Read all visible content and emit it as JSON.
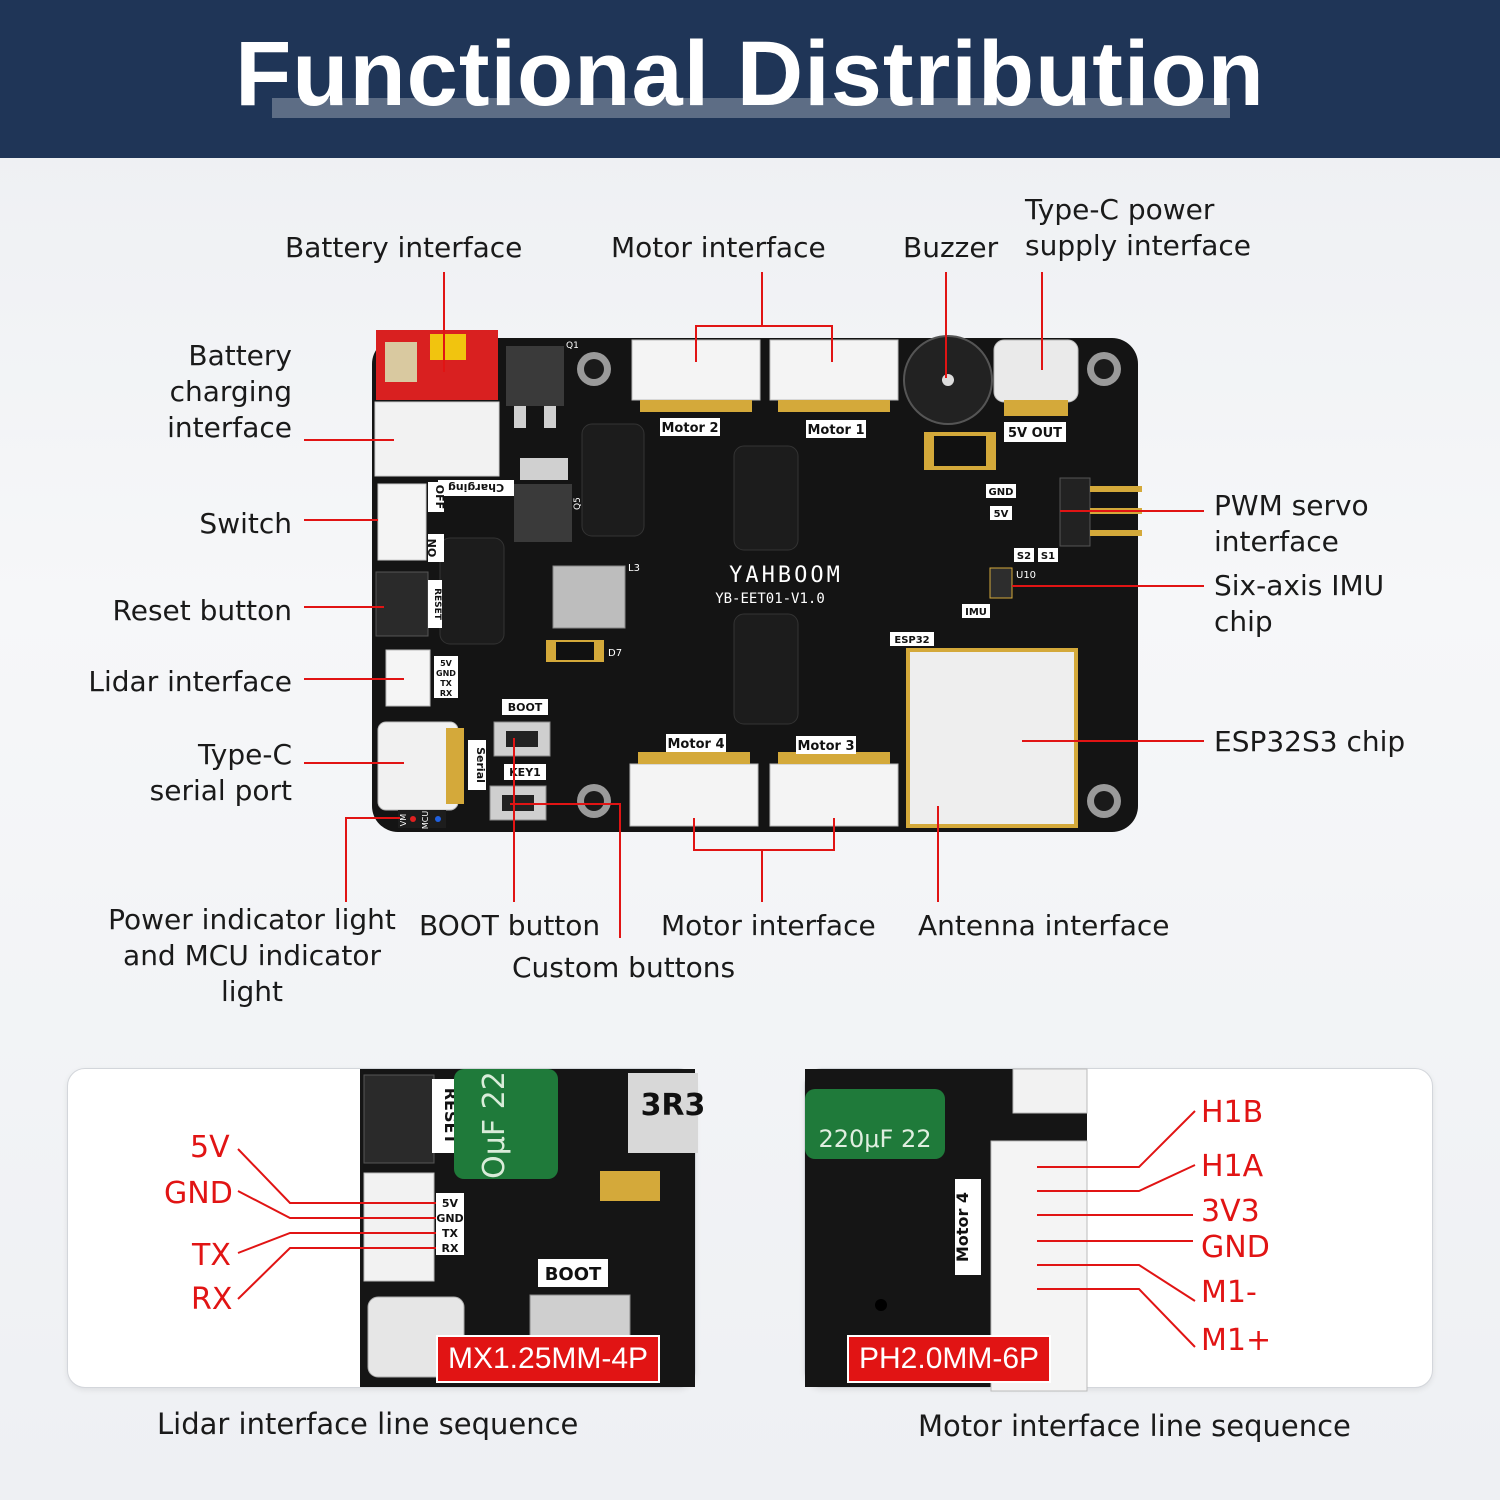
{
  "title": "Functional Distribution",
  "labels": {
    "battery_interface": "Battery interface",
    "motor_interface_top": "Motor interface",
    "buzzer": "Buzzer",
    "typec_power": "Type-C power\nsupply interface",
    "battery_charging": "Battery\ncharging\ninterface",
    "switch": "Switch",
    "reset_button": "Reset button",
    "lidar_interface": "Lidar interface",
    "typec_serial": "Type-C\nserial port",
    "pwm_servo": "PWM servo\ninterface",
    "imu_chip": "Six-axis IMU\nchip",
    "esp32_chip": "ESP32S3 chip",
    "power_indicator": "Power indicator light\nand MCU indicator\nlight",
    "boot_button": "BOOT button",
    "custom_buttons": "Custom buttons",
    "motor_interface_bottom": "Motor interface",
    "antenna_interface": "Antenna interface"
  },
  "board_silkscreen": {
    "brand": "YAHBOOM",
    "model": "YB-EET01-V1.0",
    "motor1": "Motor 1",
    "motor2": "Motor 2",
    "motor3": "Motor 3",
    "motor4": "Motor 4",
    "out5v": "5V OUT",
    "gnd": "GND",
    "v5": "5V",
    "s2": "S2",
    "s1": "S1",
    "imu": "IMU",
    "u10": "U10",
    "esp32": "ESP32",
    "boot": "BOOT",
    "key1": "KEY1",
    "serial": "Serial",
    "charging": "Charging",
    "off": "OFF",
    "on": "ON",
    "reset": "RESET",
    "lidar_pins": [
      "5V",
      "GND",
      "TX",
      "RX"
    ],
    "vm": "VM",
    "mcu": "MCU",
    "l3": "L3",
    "d7": "D7",
    "q1": "Q1",
    "q5": "Q5"
  },
  "lidar_panel": {
    "pins": [
      "5V",
      "GND",
      "TX",
      "RX"
    ],
    "connector": "MX1.25MM-4P",
    "caption": "Lidar interface line sequence",
    "silk_reset": "RESET",
    "silk_boot": "BOOT",
    "cap_text": "OμF 22",
    "chip_text": "3R3"
  },
  "motor_panel": {
    "pins": [
      "H1B",
      "H1A",
      "3V3",
      "GND",
      "M1-",
      "M1+"
    ],
    "connector": "PH2.0MM-6P",
    "caption": "Motor interface line sequence",
    "silk_motor4": "Motor 4",
    "cap_text": "220μF 22"
  },
  "colors": {
    "header_bg": "#1f3557",
    "pin_red": "#e11414",
    "board": "#141414"
  }
}
